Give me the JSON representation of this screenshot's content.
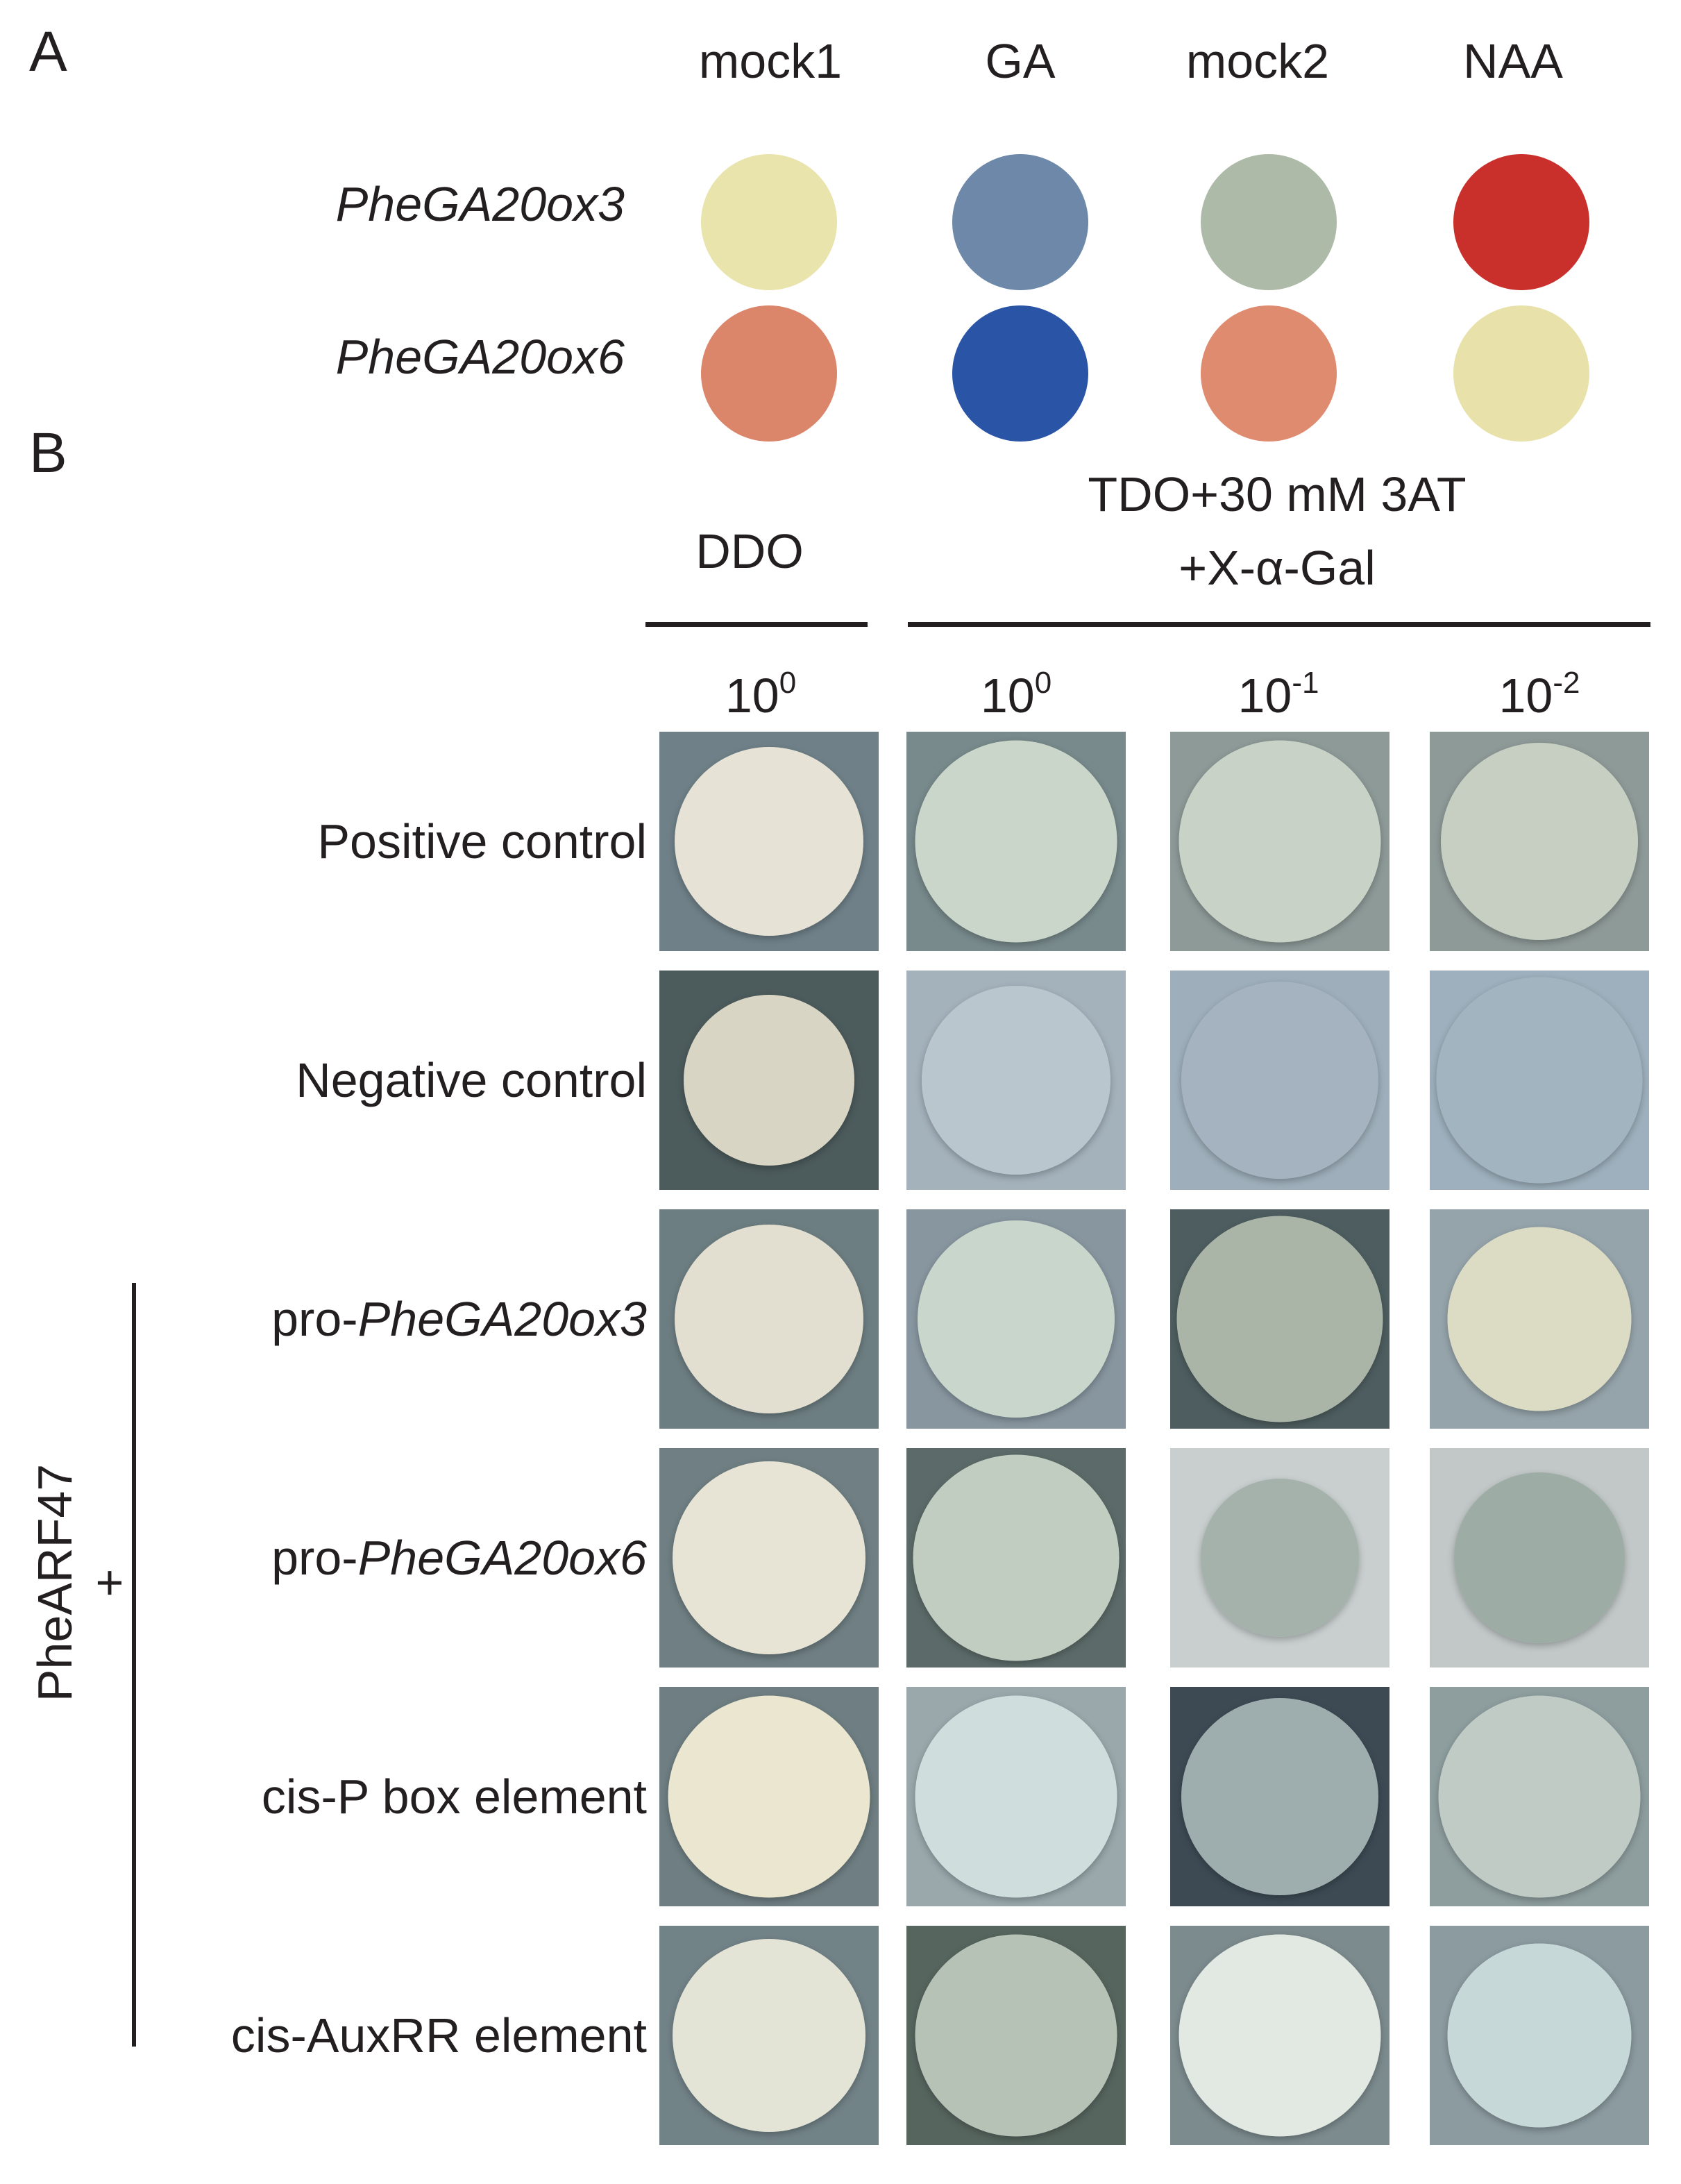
{
  "panel_a": {
    "letter": "A",
    "columns": [
      "mock1",
      "GA",
      "mock2",
      "NAA"
    ],
    "rows": [
      {
        "gene": "PheGA20ox3",
        "colors": [
          "#e9e3ac",
          "#6d88a9",
          "#aebaa8",
          "#c9302b"
        ]
      },
      {
        "gene": "PheGA20ox6",
        "colors": [
          "#db856b",
          "#2a54a6",
          "#df8b6f",
          "#e8e2aa"
        ]
      }
    ]
  },
  "panel_b": {
    "letter": "B",
    "ddo_label": "DDO",
    "tdo_label_line1": "TDO+30 mM 3AT",
    "tdo_label_line2": "+X-α-Gal",
    "dilutions": [
      {
        "base": "10",
        "exp": "0"
      },
      {
        "base": "10",
        "exp": "0"
      },
      {
        "base": "10",
        "exp": "-1"
      },
      {
        "base": "10",
        "exp": "-2"
      }
    ],
    "side_label_line1": "PheARF47",
    "side_label_line2": "+",
    "rows": [
      {
        "prefix": "Positive control",
        "italic": "",
        "tiles": [
          {
            "bg": "#6f8088",
            "colony": "#e6e3d6",
            "edge": "#d9d6c8",
            "size": 0.86
          },
          {
            "bg": "#788a8c",
            "colony": "#c9d6c9",
            "edge": "#dfe3d4",
            "size": 0.92
          },
          {
            "bg": "#8d9a98",
            "colony": "#c8d2c6",
            "edge": "#dee2d4",
            "size": 0.92
          },
          {
            "bg": "#8e9a98",
            "colony": "#c6cfc2",
            "edge": "#d7dbcd",
            "size": 0.9
          }
        ]
      },
      {
        "prefix": "Negative control",
        "italic": "",
        "tiles": [
          {
            "bg": "#4c5b5c",
            "colony": "#d8d5c4",
            "edge": "#c9c6b4",
            "size": 0.78
          },
          {
            "bg": "#a4b2bc",
            "colony": "#bac6cd",
            "edge": "#d8e1e4",
            "size": 0.86
          },
          {
            "bg": "#9eafbb",
            "colony": "#a4b3bf",
            "edge": "#abb9c4",
            "size": 0.9
          },
          {
            "bg": "#9eb0bd",
            "colony": "#a3b4c1",
            "edge": "#a9b9c5",
            "size": 0.94
          }
        ]
      },
      {
        "prefix": "pro-",
        "italic": "PheGA20ox3",
        "tiles": [
          {
            "bg": "#6d7e82",
            "colony": "#e2dfd0",
            "edge": "#d6d3c3",
            "size": 0.86
          },
          {
            "bg": "#8896a0",
            "colony": "#c8d6cc",
            "edge": "#d9e2da",
            "size": 0.9
          },
          {
            "bg": "#4e5e60",
            "colony": "#aab5a8",
            "edge": "#9aa699",
            "size": 0.94
          },
          {
            "bg": "#95a4ab",
            "colony": "#dcdcc4",
            "edge": "#d2d2ba",
            "size": 0.84
          }
        ]
      },
      {
        "prefix": "pro-",
        "italic": "PheGA20ox6",
        "tiles": [
          {
            "bg": "#6f7f83",
            "colony": "#e7e4d5",
            "edge": "#dad7c8",
            "size": 0.88
          },
          {
            "bg": "#5c6b69",
            "colony": "#c1cdc0",
            "edge": "#d9dccb",
            "size": 0.94
          },
          {
            "bg": "#c9cfcf",
            "colony": "#a5b2ab",
            "edge": "#6e7a76",
            "size": 0.72
          },
          {
            "bg": "#c2c8c8",
            "colony": "#9daca5",
            "edge": "#7d8a84",
            "size": 0.78
          }
        ]
      },
      {
        "prefix": "cis-P box element",
        "italic": "",
        "tiles": [
          {
            "bg": "#6e7e82",
            "colony": "#ebe6cf",
            "edge": "#dfdac3",
            "size": 0.92
          },
          {
            "bg": "#9aa8ac",
            "colony": "#cfdedd",
            "edge": "#e4ecea",
            "size": 0.92
          },
          {
            "bg": "#3d4a54",
            "colony": "#9eaeae",
            "edge": "#b7c3c0",
            "size": 0.9
          },
          {
            "bg": "#8e9e9f",
            "colony": "#c0cbc6",
            "edge": "#cdd6d1",
            "size": 0.92
          }
        ]
      },
      {
        "prefix": "cis-AuxRR element",
        "italic": "",
        "tiles": [
          {
            "bg": "#728388",
            "colony": "#e3e3d6",
            "edge": "#d8d8ca",
            "size": 0.88
          },
          {
            "bg": "#57655f",
            "colony": "#b5c2b5",
            "edge": "#cfd4c2",
            "size": 0.92
          },
          {
            "bg": "#7c8b8e",
            "colony": "#e1e9e2",
            "edge": "#eef1e7",
            "size": 0.92
          },
          {
            "bg": "#8b9ba0",
            "colony": "#c6d9d8",
            "edge": "#dfe7e2",
            "size": 0.84
          }
        ]
      }
    ]
  }
}
